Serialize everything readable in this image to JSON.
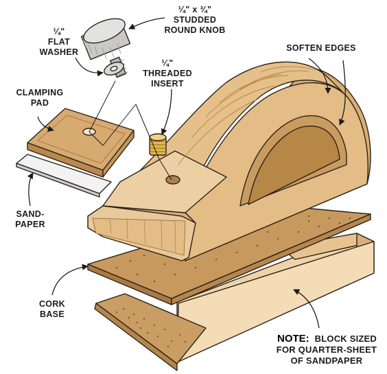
{
  "labels": {
    "knob_l1": "¼\" x ¾\"",
    "knob_l2": "STUDDED",
    "knob_l3": "ROUND KNOB",
    "washer_l1": "¼\"",
    "washer_l2": "FLAT",
    "washer_l3": "WASHER",
    "insert_l1": "¼\"",
    "insert_l2": "THREADED",
    "insert_l3": "INSERT",
    "clamp_l1": "CLAMPING",
    "clamp_l2": "PAD",
    "soften": "SOFTEN EDGES",
    "sand_l1": "SAND-",
    "sand_l2": "PAPER",
    "cork_l1": "CORK",
    "cork_l2": "BASE",
    "note_bold": "NOTE:",
    "note_l1": "BLOCK SIZED",
    "note_l2": "FOR QUARTER-SHEET",
    "note_l3": "OF SANDPAPER"
  },
  "colors": {
    "wood_light": "#e9c99a",
    "wood_mid": "#d7ad74",
    "wood_dark": "#b88a52",
    "paper": "#f3dcb6",
    "sandpaper_strip": "#f2f2f2",
    "brass": "#e2b84a",
    "metal": "#c9c9c9"
  }
}
